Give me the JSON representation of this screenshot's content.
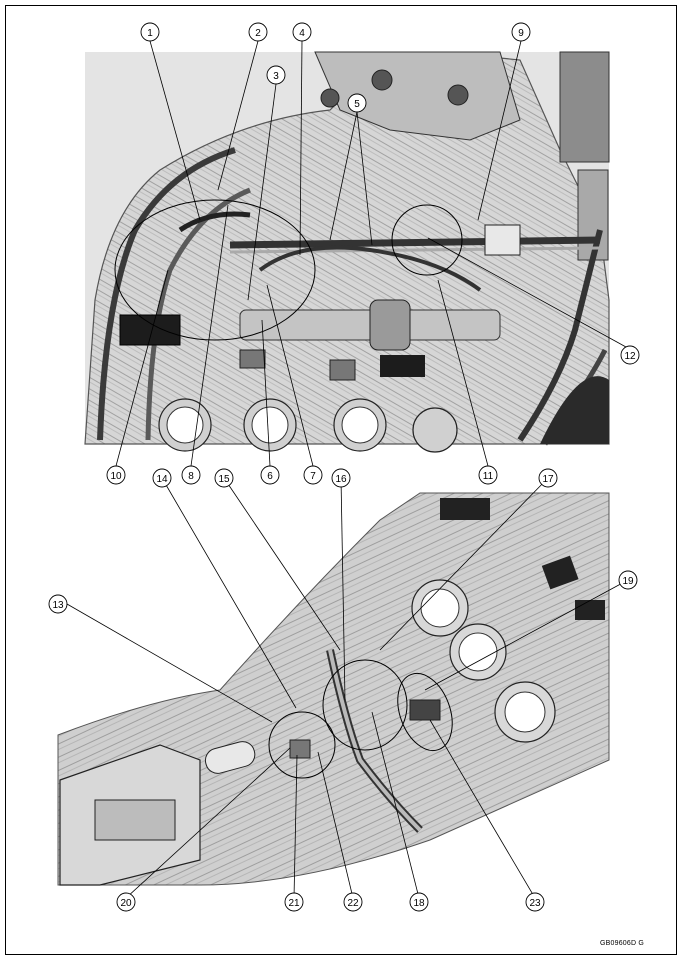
{
  "document_code": "GB09606D  G",
  "callouts_top": [
    "1",
    "2",
    "3",
    "4",
    "5",
    "9",
    "10",
    "8",
    "6",
    "7",
    "11",
    "12"
  ],
  "callouts_bottom": [
    "13",
    "14",
    "15",
    "16",
    "17",
    "19",
    "20",
    "21",
    "22",
    "18",
    "23"
  ],
  "colors": {
    "line": "#000000",
    "frame_light": "#b0b0b0",
    "frame_mid": "#7a7a7a",
    "frame_dark": "#2a2a2a",
    "background": "#ffffff"
  }
}
